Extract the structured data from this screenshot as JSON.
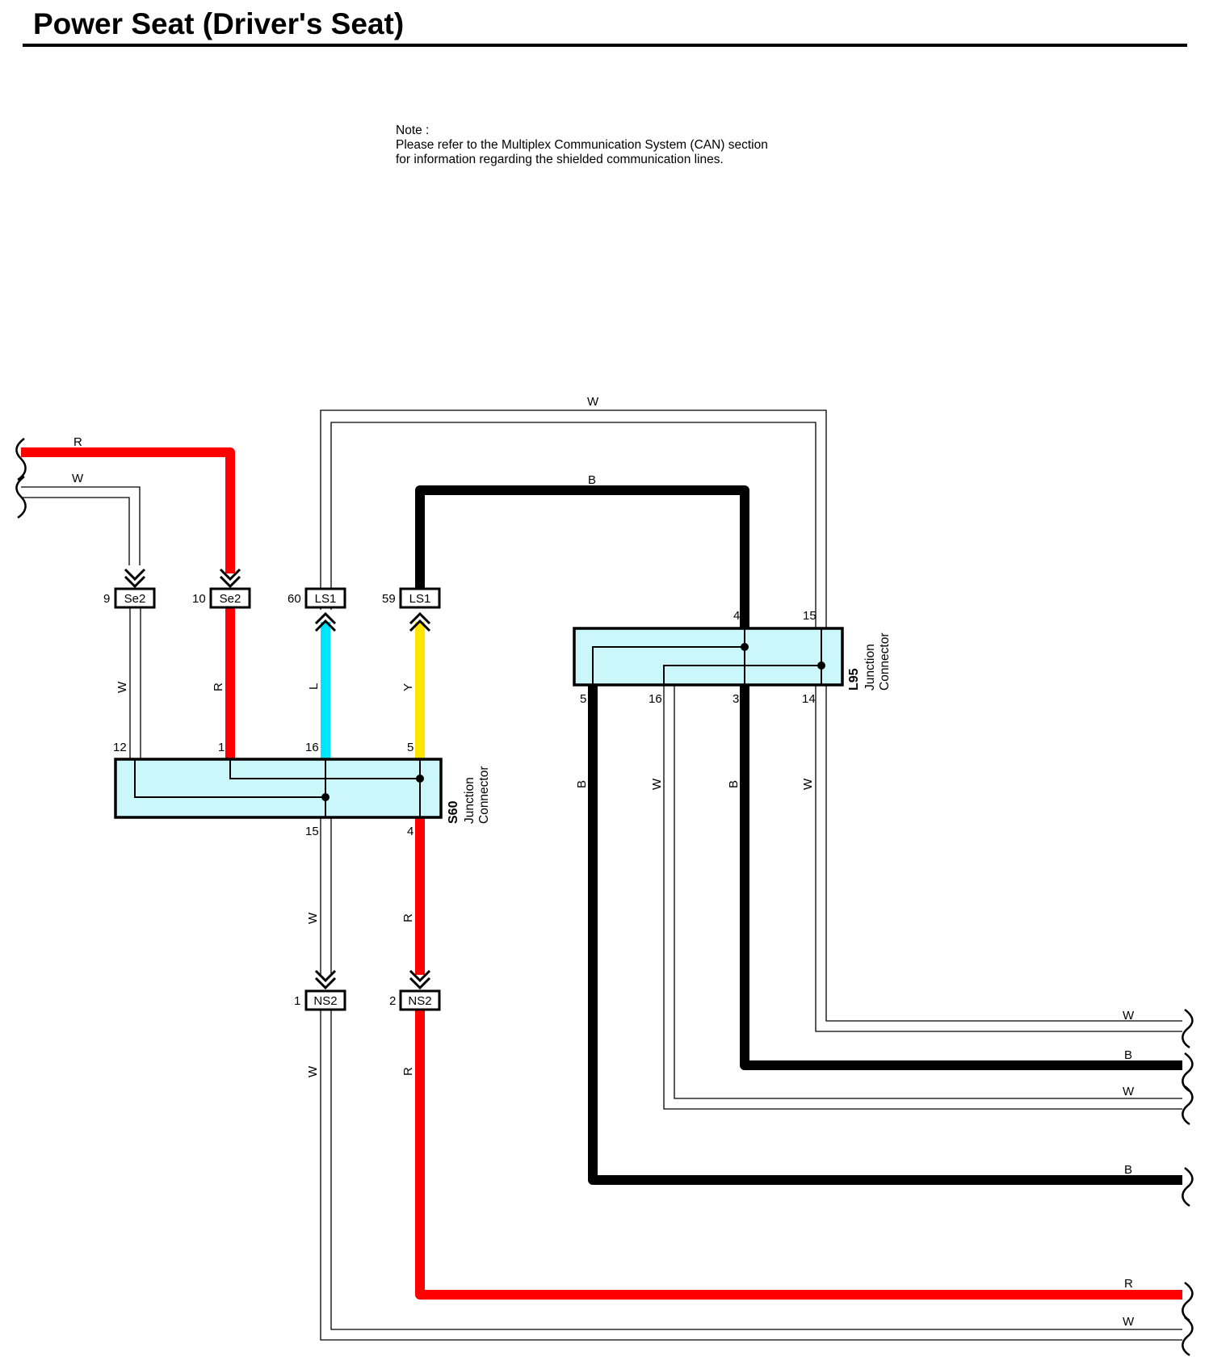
{
  "title": "Power Seat (Driver's Seat)",
  "note": {
    "line1": "Note :",
    "line2": "Please refer to the Multiplex Communication System (CAN) section",
    "line3": "for information regarding the shielded communication lines."
  },
  "colors": {
    "R": "#ff0000",
    "B": "#000000",
    "L": "#00e5ff",
    "Y": "#ffe500",
    "junction_fill": "#ccf7fa"
  },
  "connectors": {
    "se2_9": {
      "pin": "9",
      "name": "Se2"
    },
    "se2_10": {
      "pin": "10",
      "name": "Se2"
    },
    "ls1_60": {
      "pin": "60",
      "name": "LS1"
    },
    "ls1_59": {
      "pin": "59",
      "name": "LS1"
    },
    "ns2_1": {
      "pin": "1",
      "name": "NS2"
    },
    "ns2_2": {
      "pin": "2",
      "name": "NS2"
    }
  },
  "junctions": {
    "s60": {
      "name": "S60",
      "line1": "Junction",
      "line2": "Connector",
      "pins": {
        "p12": "12",
        "p1": "1",
        "p16": "16",
        "p5": "5",
        "p15": "15",
        "p4": "4"
      }
    },
    "l95": {
      "name": "L95",
      "line1": "Junction",
      "line2": "Connector",
      "pins": {
        "p4": "4",
        "p15": "15",
        "p5": "5",
        "p16": "16",
        "p3": "3",
        "p14": "14"
      }
    }
  },
  "wire_labels": {
    "top_w": "W",
    "left_r": "R",
    "left_w": "W",
    "top_b": "B",
    "se2_9_w": "W",
    "se2_10_r": "R",
    "ls1_60_l": "L",
    "ls1_59_y": "Y",
    "s60_15_w": "W",
    "s60_4_r": "R",
    "ns2_1_w": "W",
    "ns2_2_r": "R",
    "l95_5_b": "B",
    "l95_16_w": "W",
    "l95_3_b": "B",
    "l95_14_w": "W",
    "right_w1": "W",
    "right_b1": "B",
    "right_w2": "W",
    "right_b2": "B",
    "right_r": "R",
    "right_w3": "W"
  }
}
